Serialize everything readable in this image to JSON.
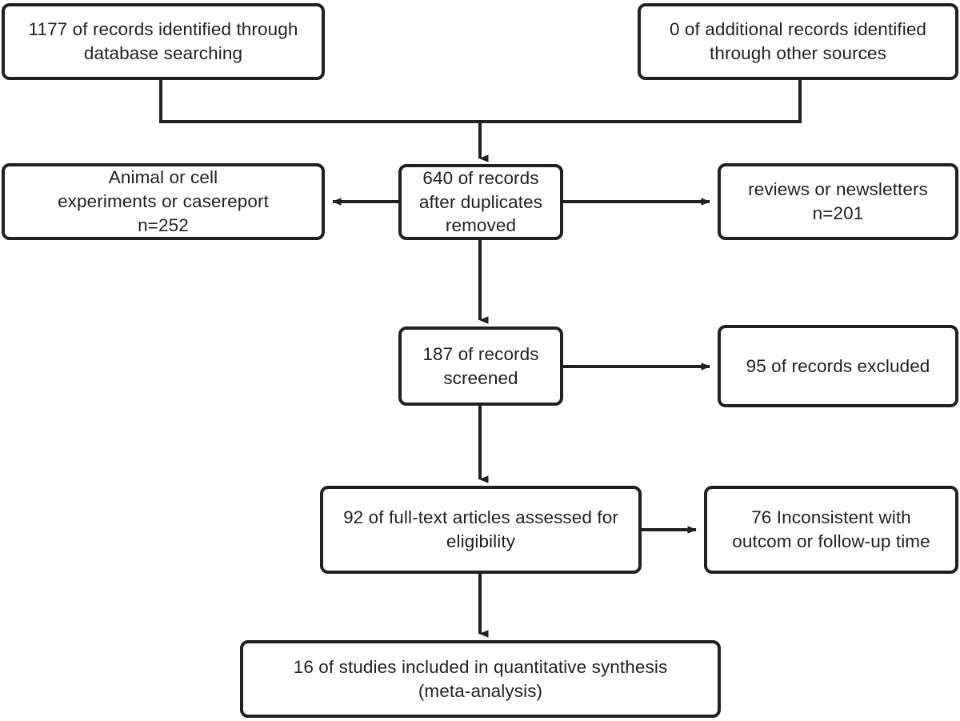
{
  "diagram": {
    "title": "PRISMA study selection flow diagram",
    "type": "flowchart",
    "stroke_color": "#231f20",
    "background_color": "#ffffff"
  },
  "nodes": {
    "identified_db": {
      "label": "1177 of records identified through\ndatabase searching",
      "count": 1177,
      "stage": "identification"
    },
    "identified_other": {
      "label": "0 of additional records identified\nthrough other sources",
      "count": 0,
      "stage": "identification"
    },
    "excluded_animal": {
      "label": "Animal or cell\nexperiments or casereport\nn=252",
      "count": 252,
      "stage": "excluded"
    },
    "duplicates_removed": {
      "label": "640 of records\nafter duplicates\nremoved",
      "count": 640,
      "stage": "screening"
    },
    "excluded_reviews": {
      "label": "reviews or newsletters\nn=201",
      "count": 201,
      "stage": "excluded"
    },
    "screened": {
      "label": "187 of records\nscreened",
      "count": 187,
      "stage": "screening"
    },
    "excluded_records": {
      "label": "95 of records excluded",
      "count": 95,
      "stage": "excluded"
    },
    "fulltext_assessed": {
      "label": "92 of full-text articles assessed for\neligibility",
      "count": 92,
      "stage": "eligibility"
    },
    "excluded_outcome": {
      "label": "76 Inconsistent with\noutcom or follow-up time",
      "count": 76,
      "stage": "excluded"
    },
    "included": {
      "label": "16 of studies included in quantitative synthesis\n(meta-analysis)",
      "count": 16,
      "stage": "included"
    }
  },
  "edges": [
    {
      "from": "identified_db",
      "to": "duplicates_removed",
      "arrow": "down"
    },
    {
      "from": "identified_other",
      "to": "duplicates_removed",
      "arrow": "down"
    },
    {
      "from": "duplicates_removed",
      "to": "excluded_animal",
      "arrow": "left"
    },
    {
      "from": "duplicates_removed",
      "to": "excluded_reviews",
      "arrow": "right"
    },
    {
      "from": "duplicates_removed",
      "to": "screened",
      "arrow": "down"
    },
    {
      "from": "screened",
      "to": "excluded_records",
      "arrow": "right"
    },
    {
      "from": "screened",
      "to": "fulltext_assessed",
      "arrow": "down"
    },
    {
      "from": "fulltext_assessed",
      "to": "excluded_outcome",
      "arrow": "right"
    },
    {
      "from": "fulltext_assessed",
      "to": "included",
      "arrow": "down"
    }
  ]
}
